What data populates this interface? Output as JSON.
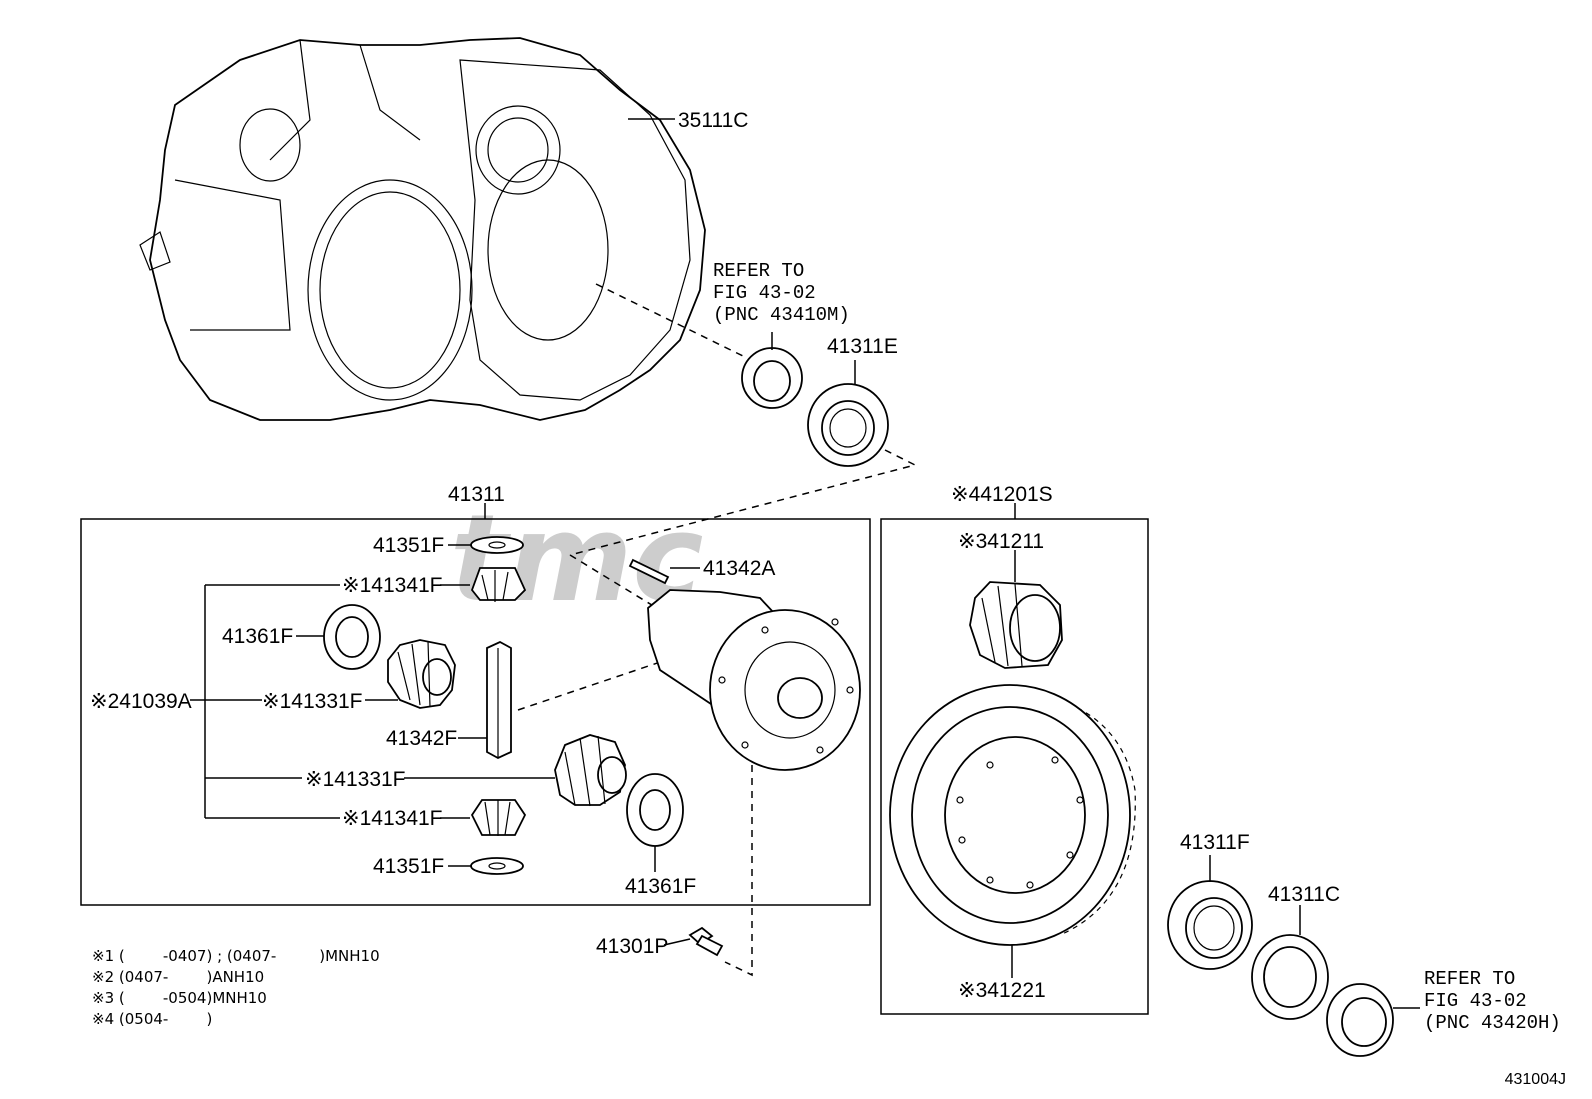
{
  "labels": {
    "p35111C": "35111C",
    "p41311E": "41311E",
    "p41311": "41311",
    "p41351F_top": "41351F",
    "p41342A": "41342A",
    "p41341F_top": "※141341F",
    "p41361F_left": "41361F",
    "p41039A": "※241039A",
    "p41331F_top": "※141331F",
    "p41342F": "41342F",
    "p41331F_bot": "※141331F",
    "p41341F_bot": "※141341F",
    "p41351F_bot": "41351F",
    "p41361F_bot": "41361F",
    "p41301P": "41301P",
    "p41201S": "※441201S",
    "p41211": "※341211",
    "p41221": "※341221",
    "p41311F": "41311F",
    "p41311C": "41311C"
  },
  "refer_top": [
    "REFER TO",
    "FIG 43-02",
    "(PNC 43410M)"
  ],
  "refer_bottom": [
    "REFER TO",
    "FIG 43-02",
    "(PNC 43420H)"
  ],
  "notes": [
    "※1 (        -0407) ; (0407-         )MNH10",
    "※2 (0407-        )ANH10",
    "※3 (        -0504)MNH10",
    "※4 (0504-        )"
  ],
  "figure_number": "431004J",
  "watermark": "tmc"
}
